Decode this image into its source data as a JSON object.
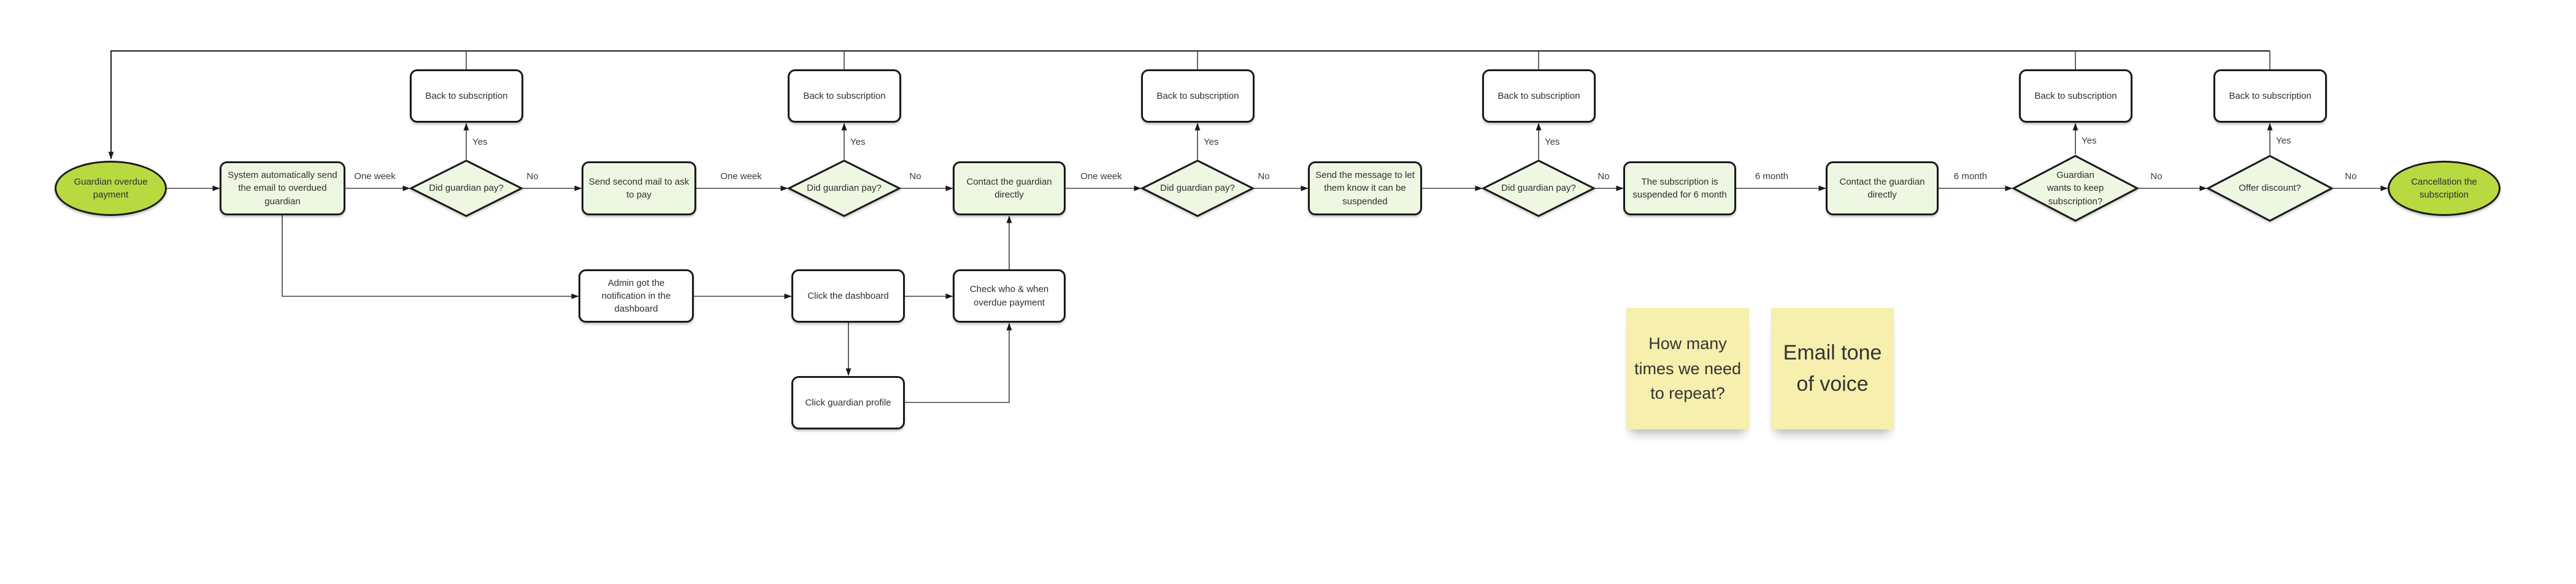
{
  "colors": {
    "canvas_bg": "#ffffff",
    "terminal_fill": "#b9d941",
    "shape_fill": "#edf7e2",
    "white_fill": "#ffffff",
    "border": "#1a1a1a",
    "line": "#404040",
    "text": "#2f2f2f",
    "label_text": "#3a3a3a",
    "sticky_fill": "#f6efad",
    "sticky_text": "#333333"
  },
  "labels": {
    "yes": "Yes",
    "no": "No",
    "one_week": "One week",
    "six_month": "6 month",
    "back_to_subscription": "Back to subscription",
    "did_guardian_pay": "Did guardian pay?"
  },
  "nodes": {
    "start": "Guardian overdue payment",
    "auto_email": "System automatically send the email to overdued guardian",
    "second_mail": "Send second mail to ask to pay",
    "contact_directly": "Contact the guardian directly",
    "suspend_message": "Send the message to let them know it can be suspended",
    "suspended": "The subscription is suspended for 6 month",
    "keep_subscription": "Guardian wants to keep subscription?",
    "offer_discount": "Offer discount?",
    "end": "Cancellation the subscription",
    "admin_notification": "Admin got the notification in the dashboard",
    "click_dashboard": "Click the dashboard",
    "check_overdue": "Check who & when overdue payment",
    "click_profile": "Click guardian profile"
  },
  "sticky_notes": {
    "repeat_question": "How many times we need to repeat?",
    "email_tone": "Email tone of voice"
  }
}
